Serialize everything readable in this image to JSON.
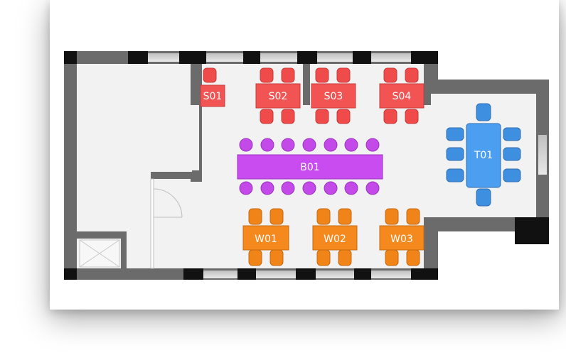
{
  "tables": {
    "s01": {
      "label": "S01"
    },
    "s02": {
      "label": "S02"
    },
    "s03": {
      "label": "S03"
    },
    "s04": {
      "label": "S04"
    },
    "b01": {
      "label": "B01"
    },
    "t01": {
      "label": "T01"
    },
    "w01": {
      "label": "W01"
    },
    "w02": {
      "label": "W02"
    },
    "w03": {
      "label": "W03"
    }
  },
  "colors": {
    "red_table": "#f25454",
    "red_chair": "#f04b4b",
    "purple_table": "#c94cf0",
    "purple_chair": "#c34ae9",
    "blue_table": "#4b9ef0",
    "blue_chair": "#3f8fe0",
    "orange_table": "#f5891e",
    "orange_chair": "#f08418",
    "wall": "#6b6b6b",
    "pillar": "#111111",
    "floor": "#f2f2f2"
  }
}
